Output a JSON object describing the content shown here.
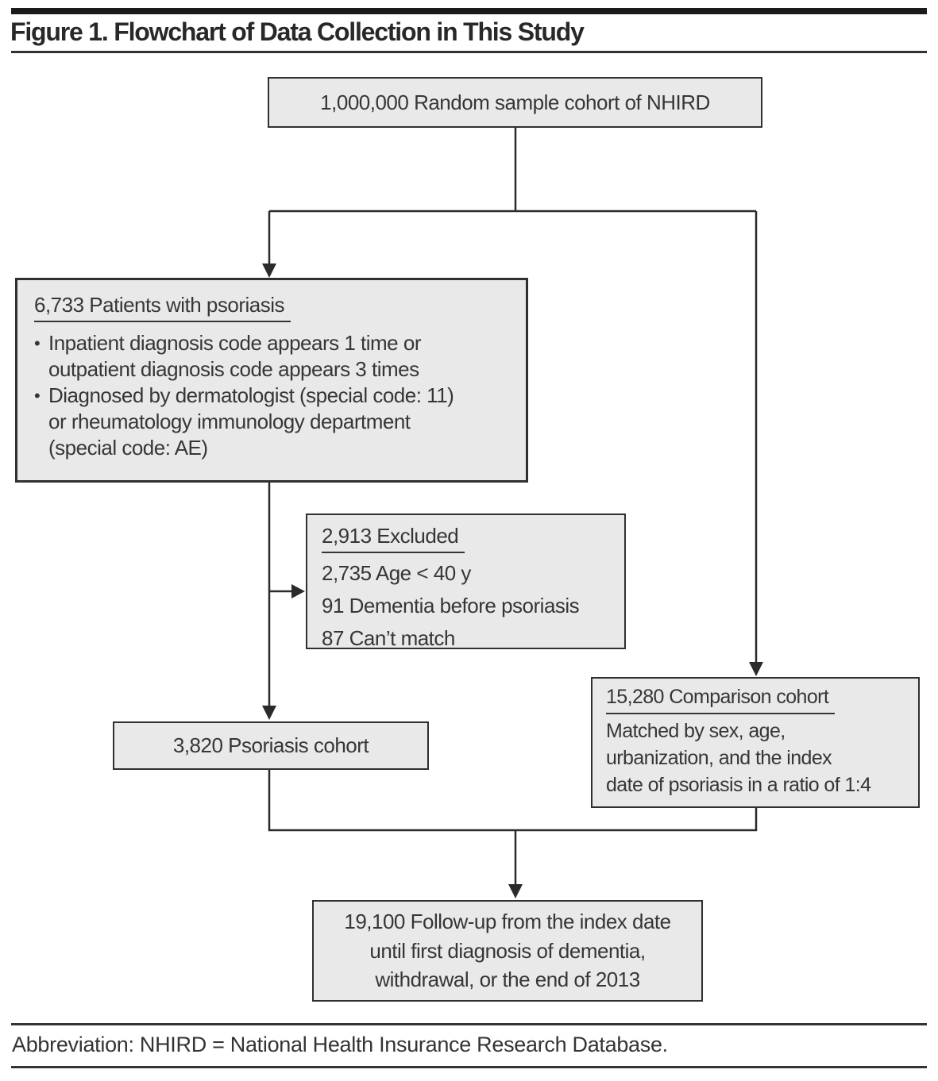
{
  "title": "Figure 1. Flowchart of Data Collection in This Study",
  "footer": {
    "abbreviation": "Abbreviation: NHIRD = National Health Insurance Research Database."
  },
  "colors": {
    "box_fill": "#e9e9e9",
    "box_border": "#303030",
    "line": "#2b2b2b",
    "text": "#363636",
    "top_bar": "#1b1b1b"
  },
  "bullet_char": "•",
  "nodes": {
    "nhird": {
      "label": "1,000,000 Random sample cohort of NHIRD"
    },
    "psoriasis_patients": {
      "header": "6,733 Patients with psoriasis",
      "bullet1": [
        "Inpatient diagnosis code appears 1 time or",
        "outpatient diagnosis code appears 3 times"
      ],
      "bullet2": [
        "Diagnosed by dermatologist (special code: 11)",
        "or rheumatology immunology department",
        "(special code: AE)"
      ]
    },
    "excluded": {
      "header": "2,913 Excluded",
      "lines": [
        "2,735 Age < 40 y",
        "91 Dementia before psoriasis",
        "87 Can’t match"
      ]
    },
    "psoriasis_cohort": {
      "label": "3,820 Psoriasis cohort"
    },
    "comparison_cohort": {
      "header": "15,280 Comparison cohort",
      "lines": [
        "Matched by sex, age,",
        "urbanization, and the index",
        "date of psoriasis in a ratio of 1:4"
      ]
    },
    "follow_up": {
      "lines": [
        "19,100 Follow-up from the index date",
        "until first diagnosis of dementia,",
        "withdrawal, or the end of 2013"
      ]
    }
  }
}
